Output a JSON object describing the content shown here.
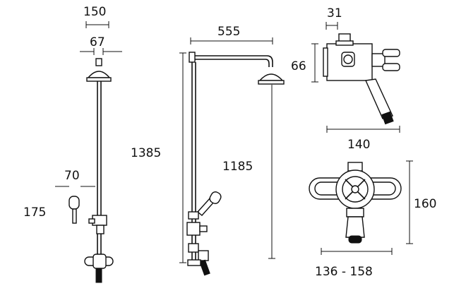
{
  "dimensions": {
    "head_width": "150",
    "head_rose": "67",
    "handset_width": "70",
    "handset_height": "175",
    "overall_height": "1385",
    "rail_length": "555",
    "rail_height": "1185",
    "body_depth": "31",
    "body_height": "66",
    "body_width": "140",
    "centres_height": "160",
    "centres_range": "136 - 158"
  }
}
